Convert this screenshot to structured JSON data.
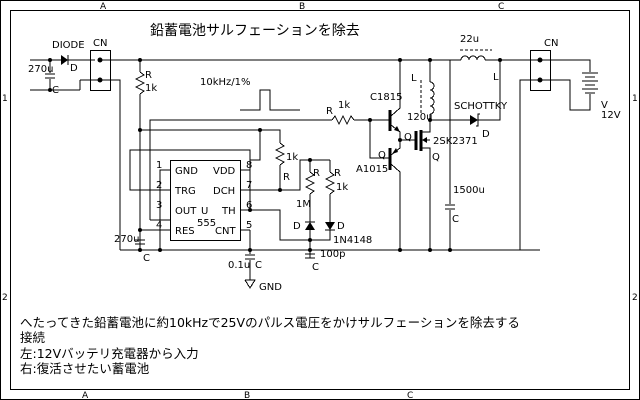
{
  "title": "鉛蓄電池サルフェーションを除去",
  "frame": {
    "col_labels": [
      "A",
      "B",
      "C"
    ],
    "row_labels": [
      "1",
      "2"
    ]
  },
  "pulse": {
    "label": "10kHz/1%"
  },
  "components": {
    "diode_in": {
      "name": "DIODE",
      "ref": "D"
    },
    "cap_in": {
      "value": "270u",
      "ref": "C"
    },
    "cn_left": {
      "ref": "CN"
    },
    "r_top": {
      "ref": "R",
      "value": "1k"
    },
    "ic": {
      "ref": "U",
      "part": "555",
      "pins_left": [
        {
          "num": "1",
          "name": "GND"
        },
        {
          "num": "2",
          "name": "TRG"
        },
        {
          "num": "3",
          "name": "OUT"
        },
        {
          "num": "4",
          "name": "RES"
        }
      ],
      "pins_right": [
        {
          "num": "8",
          "name": "VDD"
        },
        {
          "num": "7",
          "name": "DCH"
        },
        {
          "num": "6",
          "name": "TH"
        },
        {
          "num": "5",
          "name": "CNT"
        }
      ]
    },
    "cap_ic": {
      "value": "270u",
      "ref": "C"
    },
    "cap_cnt": {
      "value": "0.1u",
      "ref": "C"
    },
    "gnd": {
      "label": "GND"
    },
    "r_dch": {
      "value": "1k",
      "ref": "R"
    },
    "r_1m": {
      "ref": "R",
      "value": "1M"
    },
    "r_1k2": {
      "ref": "R",
      "value": "1k"
    },
    "d_1": {
      "ref": "D"
    },
    "d_2": {
      "ref": "D",
      "part": "1N4148"
    },
    "cap_100p": {
      "value": "100p",
      "ref": "C"
    },
    "r_base": {
      "ref": "R",
      "value": "1k"
    },
    "q_npn": {
      "part": "C1815",
      "ref": "Q"
    },
    "q_pnp": {
      "part": "A1015",
      "ref": "Q"
    },
    "q_fet": {
      "part": "2SK2371",
      "ref": "Q"
    },
    "l_120": {
      "ref": "L",
      "value": "120u"
    },
    "l_22": {
      "ref": "L",
      "value": "22u"
    },
    "d_schottky": {
      "name": "SCHOTTKY",
      "ref": "D"
    },
    "cap_1500": {
      "value": "1500u",
      "ref": "C"
    },
    "cn_right": {
      "ref": "CN"
    },
    "battery": {
      "ref": "V",
      "value": "12V"
    }
  },
  "notes": [
    "へたってきた鉛蓄電池に約10kHzで25Vのパルス電圧をかけサルフェーションを除去する",
    "接続",
    "左:12Vバッテリ充電器から入力",
    "右:復活させたい蓄電池"
  ]
}
